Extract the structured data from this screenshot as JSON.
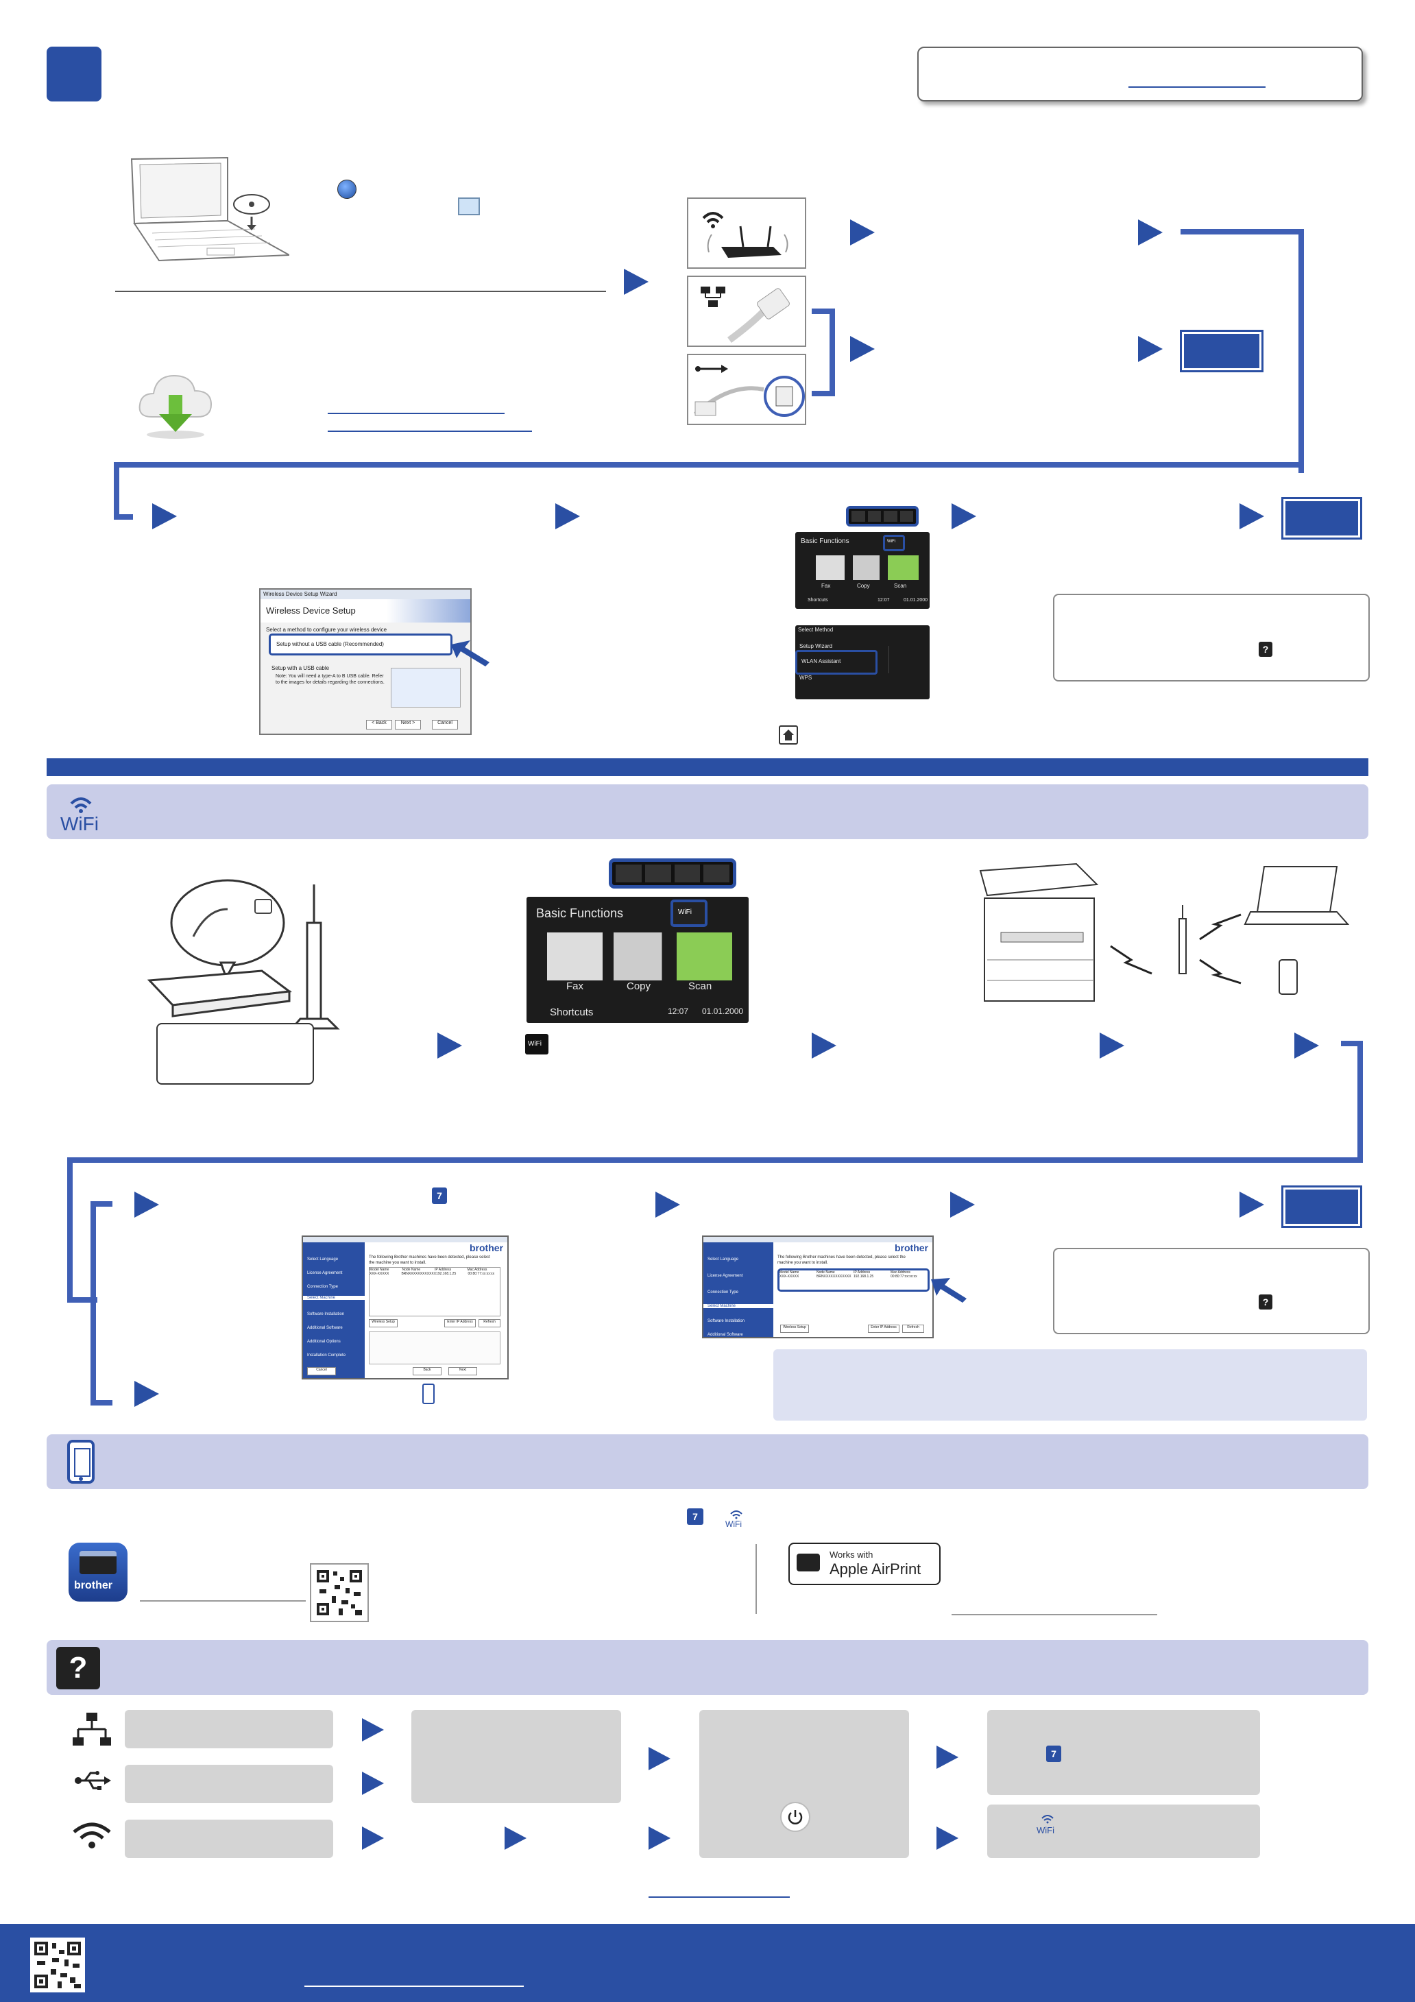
{
  "header": {
    "step_number": ""
  },
  "screen_top": {
    "title": "Basic Functions",
    "fax": "Fax",
    "copy": "Copy",
    "scan": "Scan",
    "shortcuts": "Shortcuts",
    "time": "12:07",
    "date": "01.01.2000",
    "wifi": "WiFi"
  },
  "select_method": {
    "title": "Select Method",
    "item1": "Setup Wizard",
    "item2": "WLAN Assistant",
    "item3": "WPS"
  },
  "wireless_dialog": {
    "window_title": "Wireless Device Setup Wizard",
    "heading": "Wireless Device Setup",
    "prompt": "Select a method to configure your wireless device",
    "option1": "Setup without a USB cable (Recommended)",
    "option2": "Setup with a USB cable",
    "option2_note": "Note: You will need a type-A to B USB cable. Refer to the images for details regarding the connections.",
    "back": "< Back",
    "next": "Next >",
    "cancel": "Cancel"
  },
  "wifi_band": {
    "label": "WiFi"
  },
  "screen_big": {
    "title": "Basic Functions",
    "fax": "Fax",
    "copy": "Copy",
    "scan": "Scan",
    "shortcuts": "Shortcuts",
    "time": "12:07",
    "date": "01.01.2000",
    "wifi": "WiFi"
  },
  "wifi_icon_label": "WiFi",
  "installer": {
    "brand": "brother",
    "sidebar": [
      "Select Language",
      "License Agreement",
      "Connection Type",
      "Select Machine",
      "Software Installation",
      "Additional Software",
      "Additional Options",
      "Installation Complete"
    ],
    "intro": "The following Brother machines have been detected, please select the machine you want to install.",
    "cols": [
      "Model Name",
      "Node Name",
      "IP Address",
      "Mac Address"
    ],
    "row": [
      "XXX-XXXXX",
      "BRNXXXXXXXXXXXX",
      "192.168.1.25",
      "00:80:77:xx:xx:xx"
    ],
    "btn_wireless": "Wireless Setup",
    "btn_ip": "Enter IP Address",
    "btn_refresh": "Refresh",
    "btn_cancel": "Cancel",
    "btn_back": "Back",
    "btn_next": "Next"
  },
  "badge_seven": "7",
  "airprint": {
    "works_with": "Works with",
    "brand": "Apple AirPrint"
  },
  "app_logo": "brother",
  "trouble_wifi_label": "WiFi",
  "colors": {
    "primary_blue": "#2a4fa3",
    "band": "#c9cde8",
    "grey_box": "#d4d4d4"
  },
  "icons": [
    "windows-start-icon",
    "cd-icon",
    "cloud-download-icon",
    "router-icon",
    "ethernet-icon",
    "usb-icon",
    "home-icon",
    "mobile-icon",
    "question-icon",
    "power-icon",
    "qr-code-icon"
  ]
}
